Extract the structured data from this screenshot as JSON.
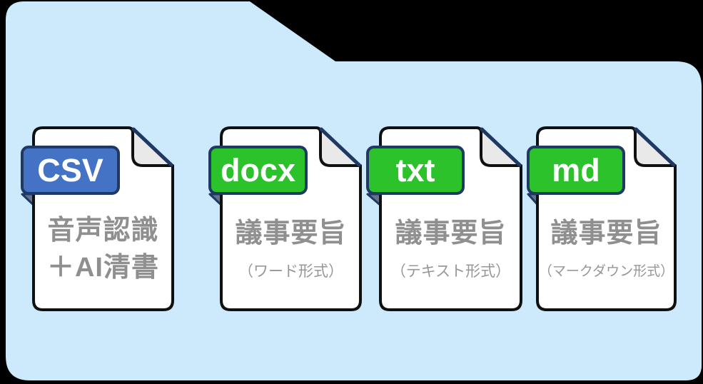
{
  "canvas": {
    "background_color": "#CDE9FC",
    "outer_background": "#000000",
    "doc_outline_color": "#101010",
    "fold_color": "#E9E9E9",
    "fold_edge_color": "#1F3864",
    "text_color": "#8F8F8F"
  },
  "cards": [
    {
      "badge": "CSV",
      "badge_color": "#4472C4",
      "badge_border_color": "#1F3864",
      "badge_text_color": "#FFFFFF",
      "title": "音声認識\n＋AI清書",
      "subtitle": ""
    },
    {
      "badge": "docx",
      "badge_color": "#2BC22B",
      "badge_border_color": "#1F3864",
      "badge_text_color": "#FFFFFF",
      "title": "議事要旨",
      "subtitle": "（ワード形式）"
    },
    {
      "badge": "txt",
      "badge_color": "#2BC22B",
      "badge_border_color": "#1F3864",
      "badge_text_color": "#FFFFFF",
      "title": "議事要旨",
      "subtitle": "（テキスト形式）"
    },
    {
      "badge": "md",
      "badge_color": "#2BC22B",
      "badge_border_color": "#1F3864",
      "badge_text_color": "#FFFFFF",
      "title": "議事要旨",
      "subtitle": "（マークダウン形式）"
    }
  ]
}
